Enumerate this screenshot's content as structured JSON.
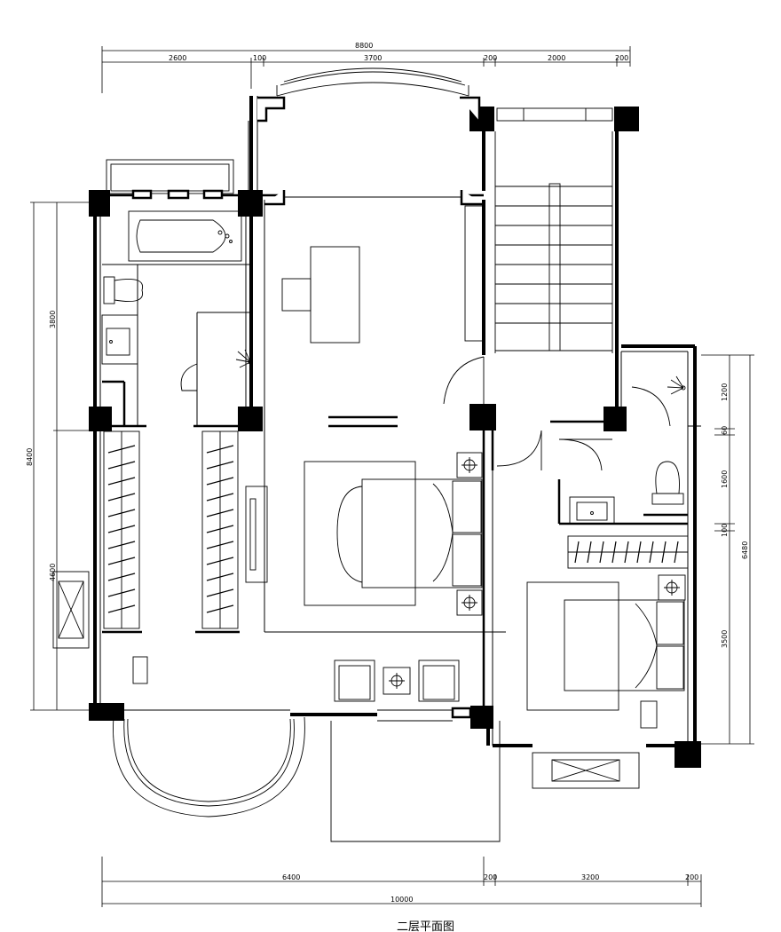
{
  "drawing": {
    "title": "二层平面图"
  },
  "dimensions": {
    "top_total": "8800",
    "top_segments": [
      "2600",
      "100",
      "3700",
      "200",
      "2000",
      "200"
    ],
    "left_total": "8400",
    "left_segments": [
      "3800",
      "4600"
    ],
    "right_total": "6480",
    "right_segments": [
      "1200",
      "60",
      "1600",
      "100",
      "3500"
    ],
    "bottom_total": "10000",
    "bottom_segments": [
      "6400",
      "200",
      "3200",
      "200"
    ]
  }
}
